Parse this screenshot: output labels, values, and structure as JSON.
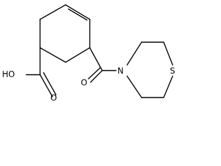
{
  "molecule": {
    "atoms": {
      "hydroxyl": "HO",
      "carboxyl_oxygen": "O",
      "amide_oxygen": "O",
      "nitrogen": "N",
      "sulfur": "S"
    },
    "colors": {
      "bond": "#000000",
      "label": "#000000",
      "background": "#ffffff"
    }
  }
}
